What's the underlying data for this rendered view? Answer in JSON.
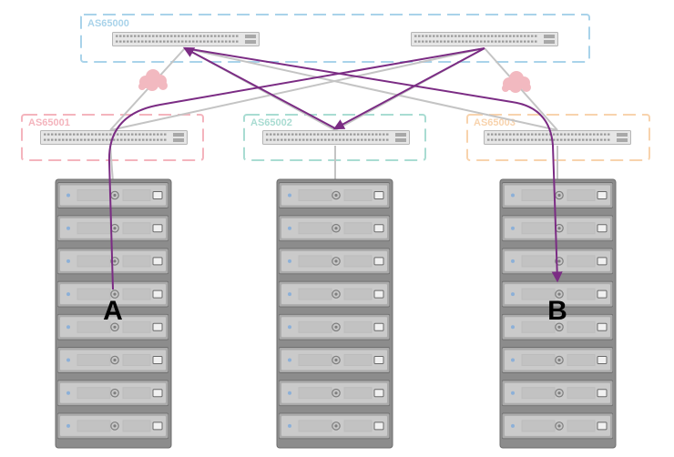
{
  "colors": {
    "spine_zone": "#a9d3ea",
    "as65001_zone": "#f4b4bd",
    "as65002_zone": "#a9dcd2",
    "as65003_zone": "#f8d3ad",
    "path": "#7b2c84",
    "link": "#c4c4c4",
    "cloud": "#f2b9c0",
    "switch_body": "#e3e3e3",
    "rack_frame": "#6e6e6e"
  },
  "zones": {
    "spine": "AS65000",
    "leaf_left": "AS65001",
    "leaf_middle": "AS65002",
    "leaf_right": "AS65003"
  },
  "hosts": {
    "source": "A",
    "destination": "B"
  },
  "icons": {
    "switch": "network-switch-icon",
    "cloud": "cloud-icon",
    "server": "server-unit-icon"
  },
  "racks": {
    "count": 3,
    "servers_per_rack": 8
  }
}
